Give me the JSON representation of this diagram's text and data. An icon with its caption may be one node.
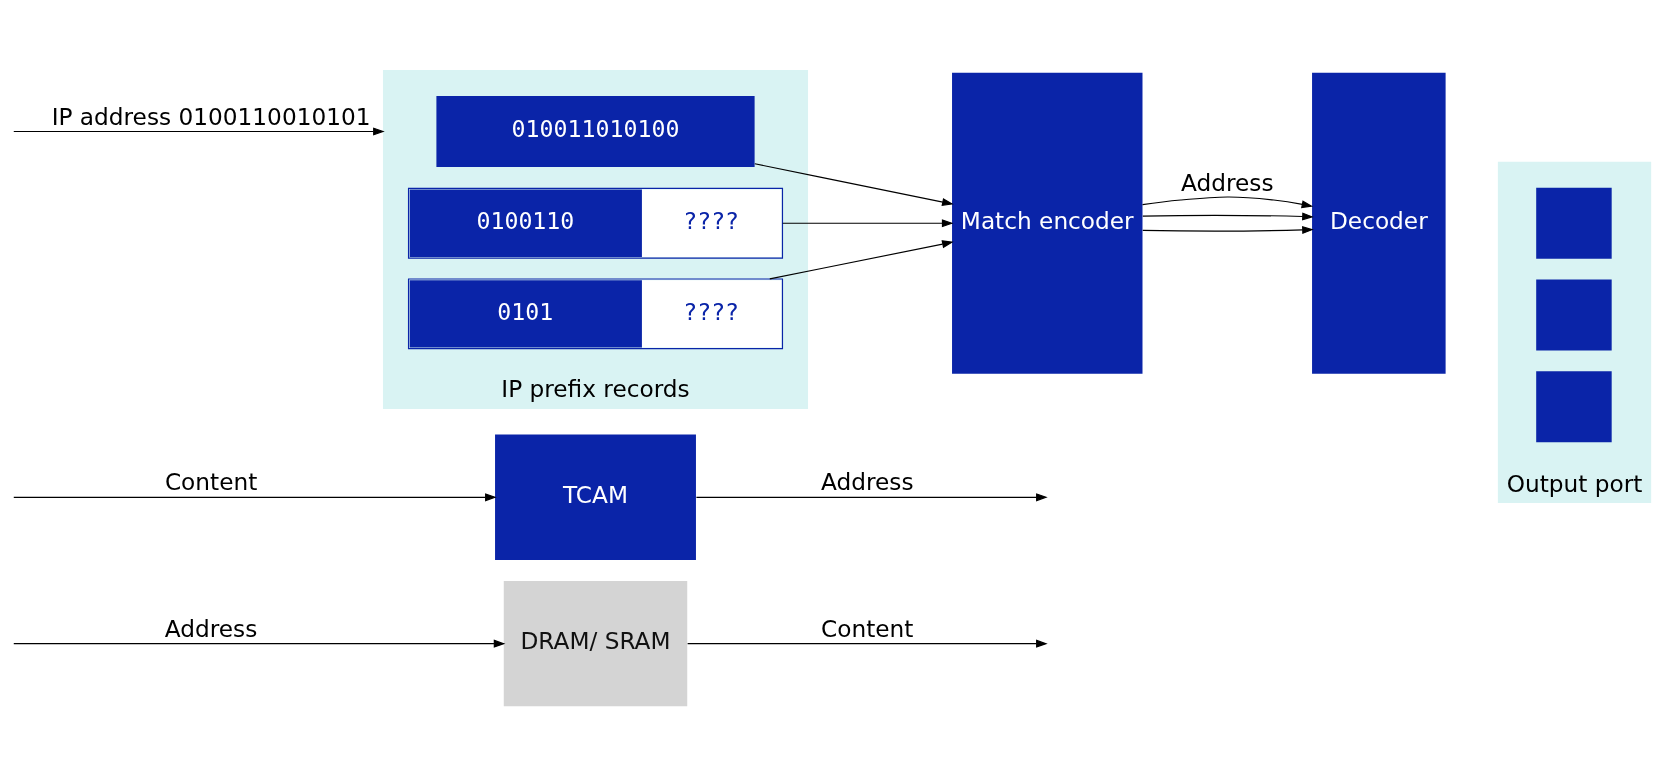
{
  "diagram": {
    "nodes": [
      {
        "text": [
          "DRAM/ SRAM"
        ]
      },
      {
        "text": [
          "TCAM"
        ]
      },
      {
        "text": [
          "IP prefix records"
        ]
      },
      {
        "text": [
          "010011010100"
        ],
        "in": 2
      },
      {
        "text": [
          "0100110",
          "????"
        ],
        "in": 2
      },
      {
        "text": [
          "0101",
          "????"
        ],
        "in": 2
      },
      {
        "text": [
          "Match encoder"
        ]
      },
      {
        "text": [
          "Decoder"
        ]
      },
      {
        "text": [
          "Output port"
        ]
      },
      {
        "text": [],
        "shape": "box",
        "in": 8
      },
      {
        "text": [],
        "shape": "box",
        "in": 8
      },
      {
        "text": [],
        "shape": "box",
        "in": 8
      }
    ],
    "edges": [
      {
        "from": null,
        "to": 0,
        "arrow": "to",
        "label": "Address"
      },
      {
        "from": 0,
        "to": null,
        "arrow": "to",
        "label": "Content"
      },
      {
        "from": null,
        "to": 1,
        "arrow": "to",
        "label": "Content"
      },
      {
        "from": 1,
        "to": null,
        "arrow": "to",
        "label": "Address"
      },
      {
        "from": null,
        "to": 2,
        "arrow": "to",
        "label": "IP address 0100110010101"
      },
      {
        "from": 3,
        "to": 6,
        "arrow": "to"
      },
      {
        "from": 4,
        "to": 6,
        "arrow": "to"
      },
      {
        "from": 5,
        "to": 6,
        "arrow": "to"
      },
      {
        "from": 6,
        "to": 7,
        "arrow": "to",
        "label": "Address"
      },
      {
        "from": 6,
        "to": 7,
        "arrow": "to"
      },
      {
        "from": 6,
        "to": 7,
        "arrow": "to"
      }
    ]
  }
}
